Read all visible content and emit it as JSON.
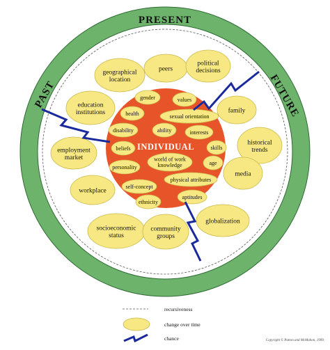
{
  "colors": {
    "ring_green": "#6db36c",
    "ring_dark": "#2f6b34",
    "oval_yellow": "#f8e883",
    "core_orange": "#e8542a",
    "chance_blue": "#1a2a9c"
  },
  "ring_labels": {
    "present": "PRESENT",
    "past": "PAST",
    "future": "FUTURE"
  },
  "outer_influences": [
    {
      "id": "peers",
      "lines": [
        "peers"
      ]
    },
    {
      "id": "political-decisions",
      "lines": [
        "political",
        "decisions"
      ]
    },
    {
      "id": "geographical-location",
      "lines": [
        "geographical",
        "location"
      ]
    },
    {
      "id": "education-institutions",
      "lines": [
        "education",
        "institutions"
      ]
    },
    {
      "id": "family",
      "lines": [
        "family"
      ]
    },
    {
      "id": "employment-market",
      "lines": [
        "employment",
        "market"
      ]
    },
    {
      "id": "historical-trends",
      "lines": [
        "historical",
        "trends"
      ]
    },
    {
      "id": "media",
      "lines": [
        "media"
      ]
    },
    {
      "id": "workplace",
      "lines": [
        "workplace"
      ]
    },
    {
      "id": "globalization",
      "lines": [
        "globalization"
      ]
    },
    {
      "id": "socioeconomic-status",
      "lines": [
        "socioeconomic",
        "status"
      ]
    },
    {
      "id": "community-groups",
      "lines": [
        "community",
        "groups"
      ]
    }
  ],
  "individual": {
    "title": "INDIVIDUAL",
    "influences": [
      {
        "id": "gender",
        "lines": [
          "gender"
        ]
      },
      {
        "id": "values",
        "lines": [
          "values"
        ]
      },
      {
        "id": "health",
        "lines": [
          "health"
        ]
      },
      {
        "id": "sexual-orientation",
        "lines": [
          "sexual orientation"
        ]
      },
      {
        "id": "disability",
        "lines": [
          "disability"
        ]
      },
      {
        "id": "ability",
        "lines": [
          "ability"
        ]
      },
      {
        "id": "interests",
        "lines": [
          "interests"
        ]
      },
      {
        "id": "beliefs",
        "lines": [
          "beliefs"
        ]
      },
      {
        "id": "skills",
        "lines": [
          "skills"
        ]
      },
      {
        "id": "world-of-work-knowledge",
        "lines": [
          "world of work",
          "knowledge"
        ]
      },
      {
        "id": "age",
        "lines": [
          "age"
        ]
      },
      {
        "id": "personality",
        "lines": [
          "personality"
        ]
      },
      {
        "id": "physical-attributes",
        "lines": [
          "physical attributes"
        ]
      },
      {
        "id": "self-concept",
        "lines": [
          "self-concept"
        ]
      },
      {
        "id": "aptitudes",
        "lines": [
          "aptitudes"
        ]
      },
      {
        "id": "ethnicity",
        "lines": [
          "ethnicity"
        ]
      }
    ]
  },
  "legend": {
    "recursiveness": "recursiveness",
    "change_over_time": "change over time",
    "chance": "chance"
  },
  "copyright": "Copyright © Patton and McMahon, 1999."
}
